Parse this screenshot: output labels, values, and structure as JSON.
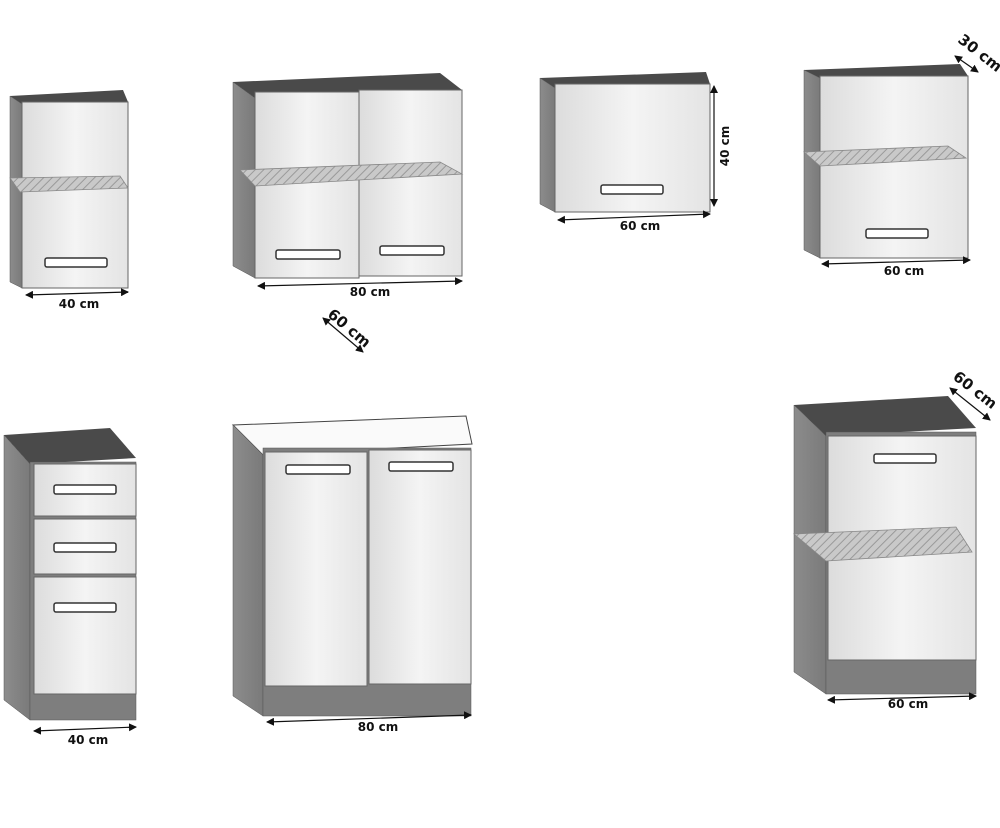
{
  "diagram": {
    "units": [
      {
        "id": "wall-40",
        "width_label": "40 cm"
      },
      {
        "id": "wall-80",
        "width_label": "80 cm",
        "depth_label": "60 cm"
      },
      {
        "id": "wall-60-flap",
        "width_label": "60 cm",
        "height_label": "40 cm"
      },
      {
        "id": "wall-60-glass",
        "width_label": "60 cm",
        "depth_label": "30 cm"
      },
      {
        "id": "base-40-drawers",
        "width_label": "40 cm"
      },
      {
        "id": "base-80",
        "width_label": "80 cm"
      },
      {
        "id": "base-60",
        "width_label": "60 cm",
        "depth_label": "60 cm"
      }
    ]
  }
}
